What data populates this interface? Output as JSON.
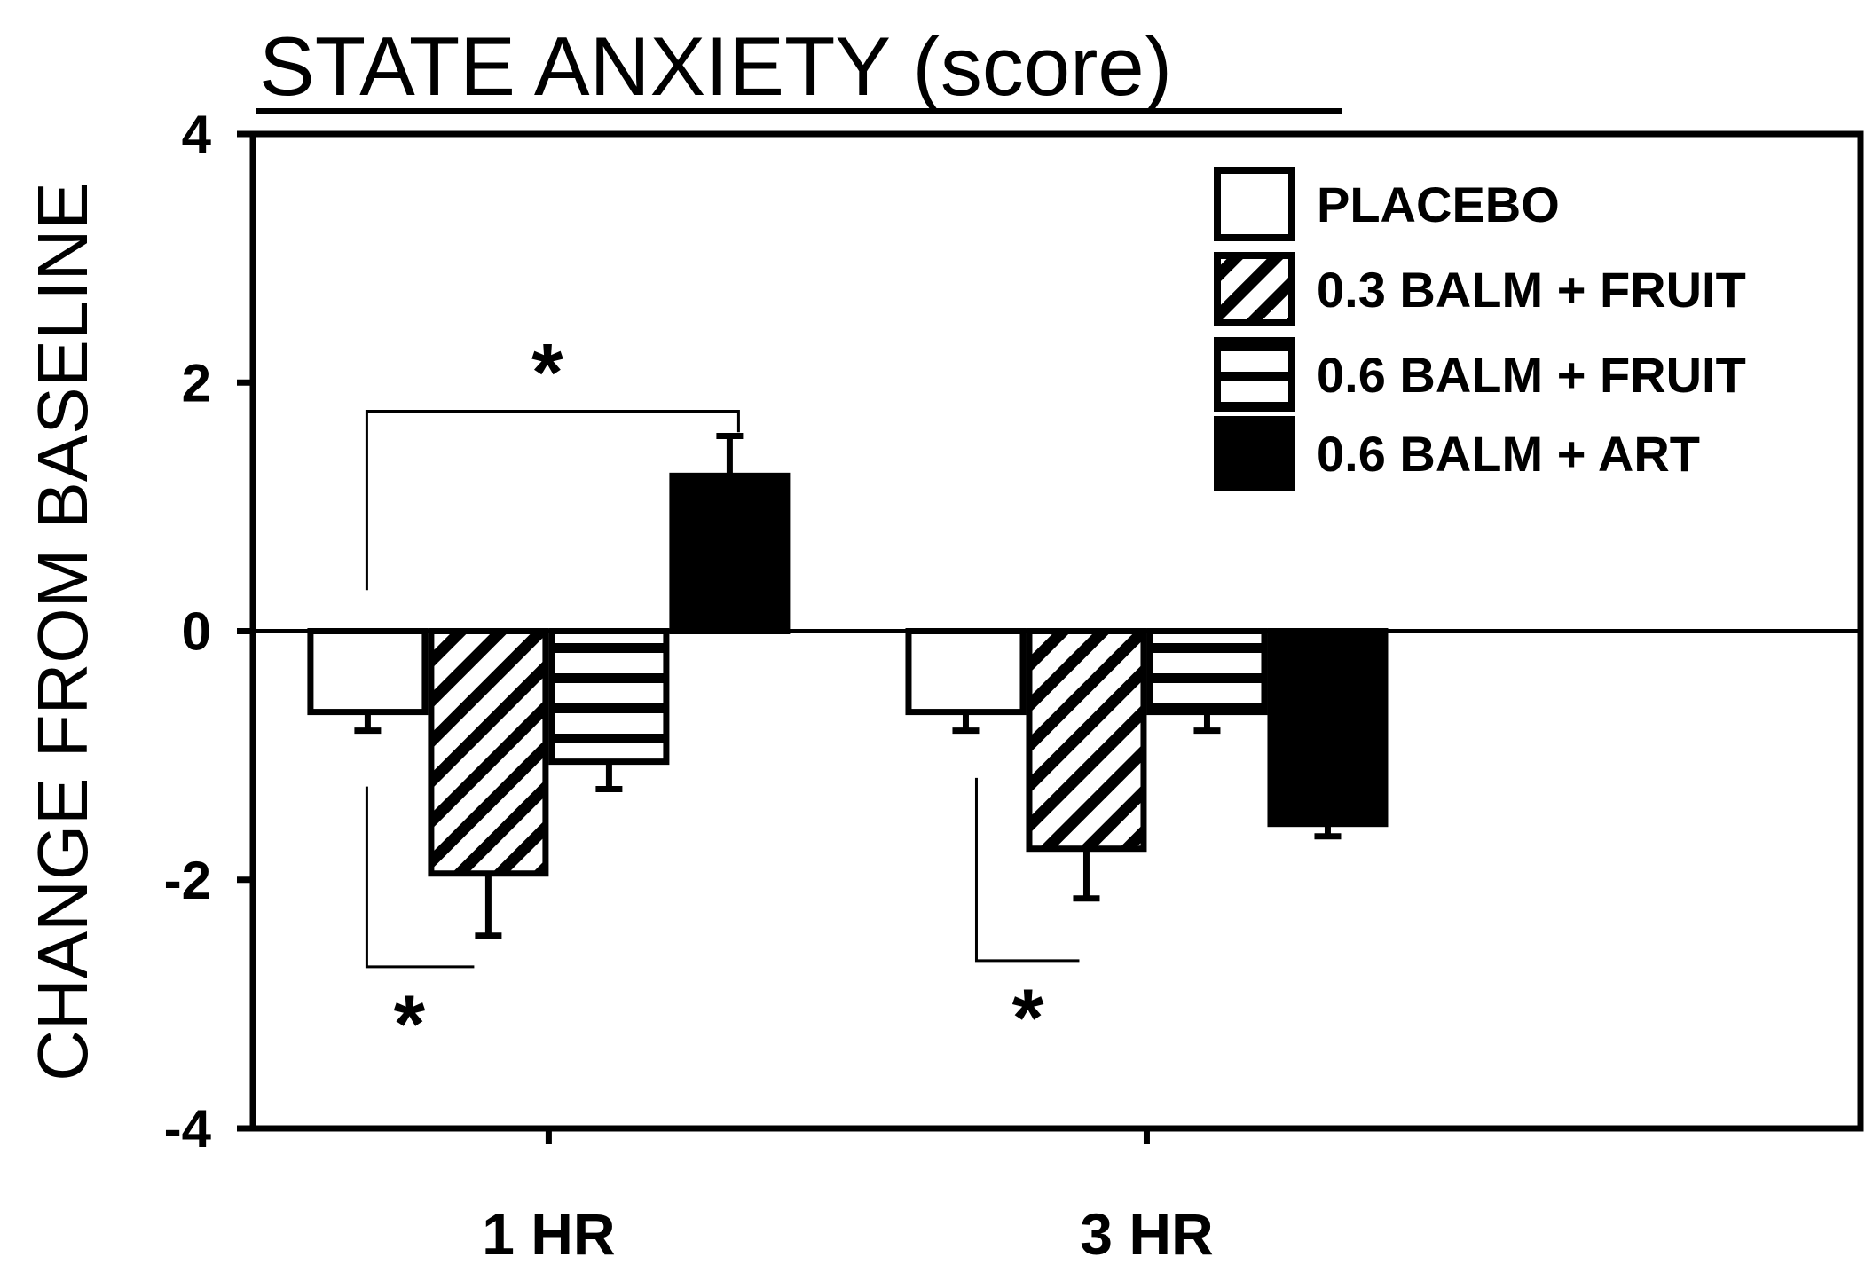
{
  "chart_data": {
    "type": "bar",
    "title": "STATE ANXIETY (score)",
    "ylabel": "CHANGE FROM BASELINE",
    "xlabel": "",
    "ylim": [
      -4,
      4
    ],
    "yticks": [
      4,
      2,
      0,
      -2,
      -4
    ],
    "categories": [
      "1 HR",
      "3 HR"
    ],
    "series": [
      {
        "name": "PLACEBO",
        "fill": "open",
        "values": [
          -0.65,
          -0.65
        ],
        "errors": [
          0.15,
          0.15
        ]
      },
      {
        "name": "0.3 BALM + FRUIT",
        "fill": "diagonal",
        "values": [
          -1.95,
          -1.75
        ],
        "errors": [
          0.5,
          0.4
        ]
      },
      {
        "name": "0.6 BALM + FRUIT",
        "fill": "horizontal",
        "values": [
          -1.05,
          -0.65
        ],
        "errors": [
          0.22,
          0.15
        ]
      },
      {
        "name": "0.6 BALM + ART",
        "fill": "solid",
        "values": [
          1.25,
          -1.55
        ],
        "errors": [
          0.32,
          0.1
        ]
      }
    ],
    "significance": [
      {
        "label": "*"
      },
      {
        "label": "*"
      },
      {
        "label": "*"
      }
    ],
    "legend_position": "top-right",
    "grid": false
  }
}
